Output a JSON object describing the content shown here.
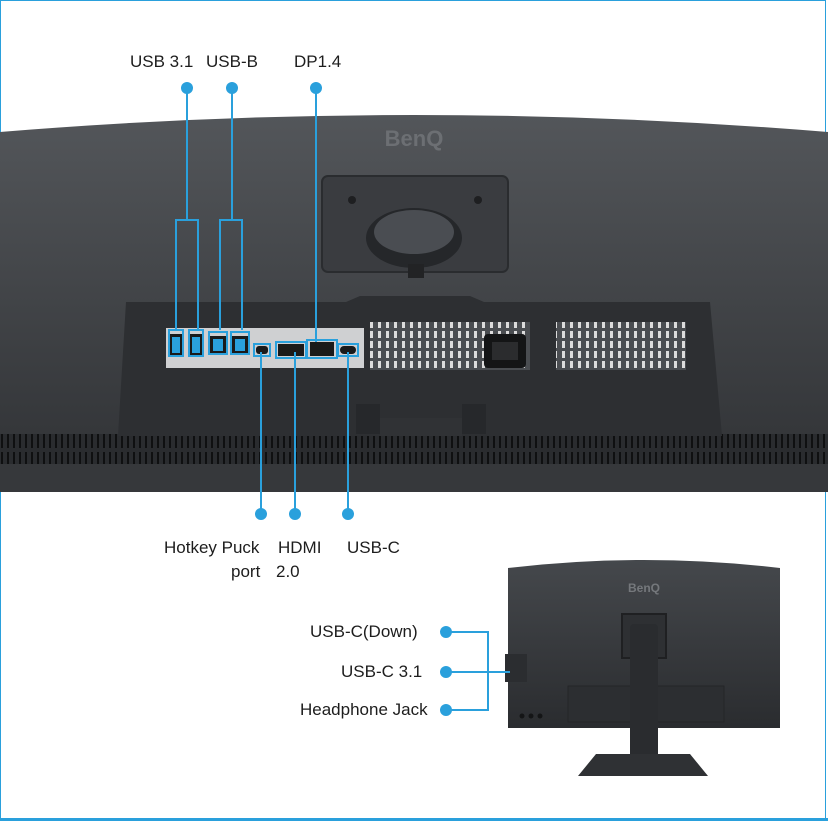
{
  "brand": {
    "logo_text": "BenQ",
    "accent_color": "#2aa0dc",
    "monitor_color": "#3d3f42"
  },
  "top_labels": {
    "usb31": "USB 3.1",
    "usbb": "USB-B",
    "dp14": "DP1.4"
  },
  "bottom_labels": {
    "hotkey_line1": "Hotkey Puck",
    "hotkey_line2": "port",
    "hdmi_line1": "HDMI",
    "hdmi_line2": "2.0",
    "usbc": "USB-C"
  },
  "side_labels": {
    "usbc_down": "USB-C(Down)",
    "usbc31": "USB-C 3.1",
    "headphone": "Headphone Jack"
  }
}
